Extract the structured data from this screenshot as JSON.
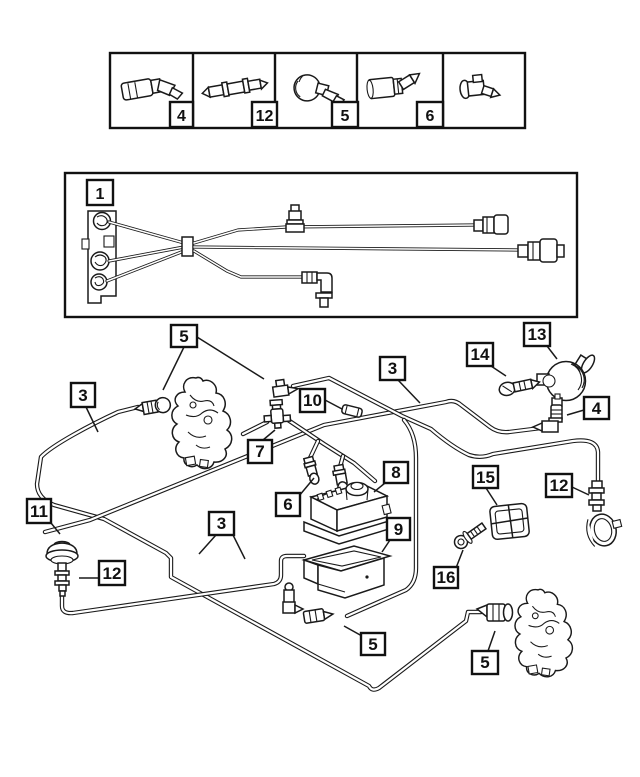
{
  "colors": {
    "ink": "#1a1a1a",
    "paper": "#ffffff"
  },
  "top_strip": {
    "cells": [
      {
        "label": "4",
        "part": "tee-elbow-barb-connector"
      },
      {
        "label": "12",
        "part": "straight-barb-connector"
      },
      {
        "label": "5",
        "part": "round-socket-elbow-connector"
      },
      {
        "label": "6",
        "part": "angled-barb-connector"
      },
      {
        "label": "",
        "part": "compact-elbow-connector"
      }
    ]
  },
  "assembly_box": {
    "label": "1",
    "part": "vacuum-line-harness-assembly"
  },
  "callouts": {
    "c5_left": {
      "label": "5"
    },
    "c3_left": {
      "label": "3"
    },
    "c10": {
      "label": "10"
    },
    "c7": {
      "label": "7"
    },
    "c3_mid": {
      "label": "3"
    },
    "c14": {
      "label": "14"
    },
    "c13": {
      "label": "13"
    },
    "c4": {
      "label": "4"
    },
    "c15": {
      "label": "15"
    },
    "c12_right": {
      "label": "12"
    },
    "c11": {
      "label": "11"
    },
    "c12_left": {
      "label": "12"
    },
    "c3_lower": {
      "label": "3"
    },
    "c6": {
      "label": "6"
    },
    "c8": {
      "label": "8"
    },
    "c9": {
      "label": "9"
    },
    "c16": {
      "label": "16"
    },
    "c5_bottom_left": {
      "label": "5"
    },
    "c5_bottom_right": {
      "label": "5"
    }
  },
  "part_icons": {
    "engine_block": "irregular-blob-outline",
    "check_valve": "ribbed-drum-valve",
    "vacuum_actuator_dome": "mushroom-dome-with-stem",
    "tube_clip": "square-retainer-clip",
    "valve_block": "ribbed-block-with-dome",
    "drip_tray": "open-tray-box",
    "bolt": "screw-with-round-head",
    "tube": "double-line-vacuum-tube",
    "connector": "barbed-fitting"
  }
}
